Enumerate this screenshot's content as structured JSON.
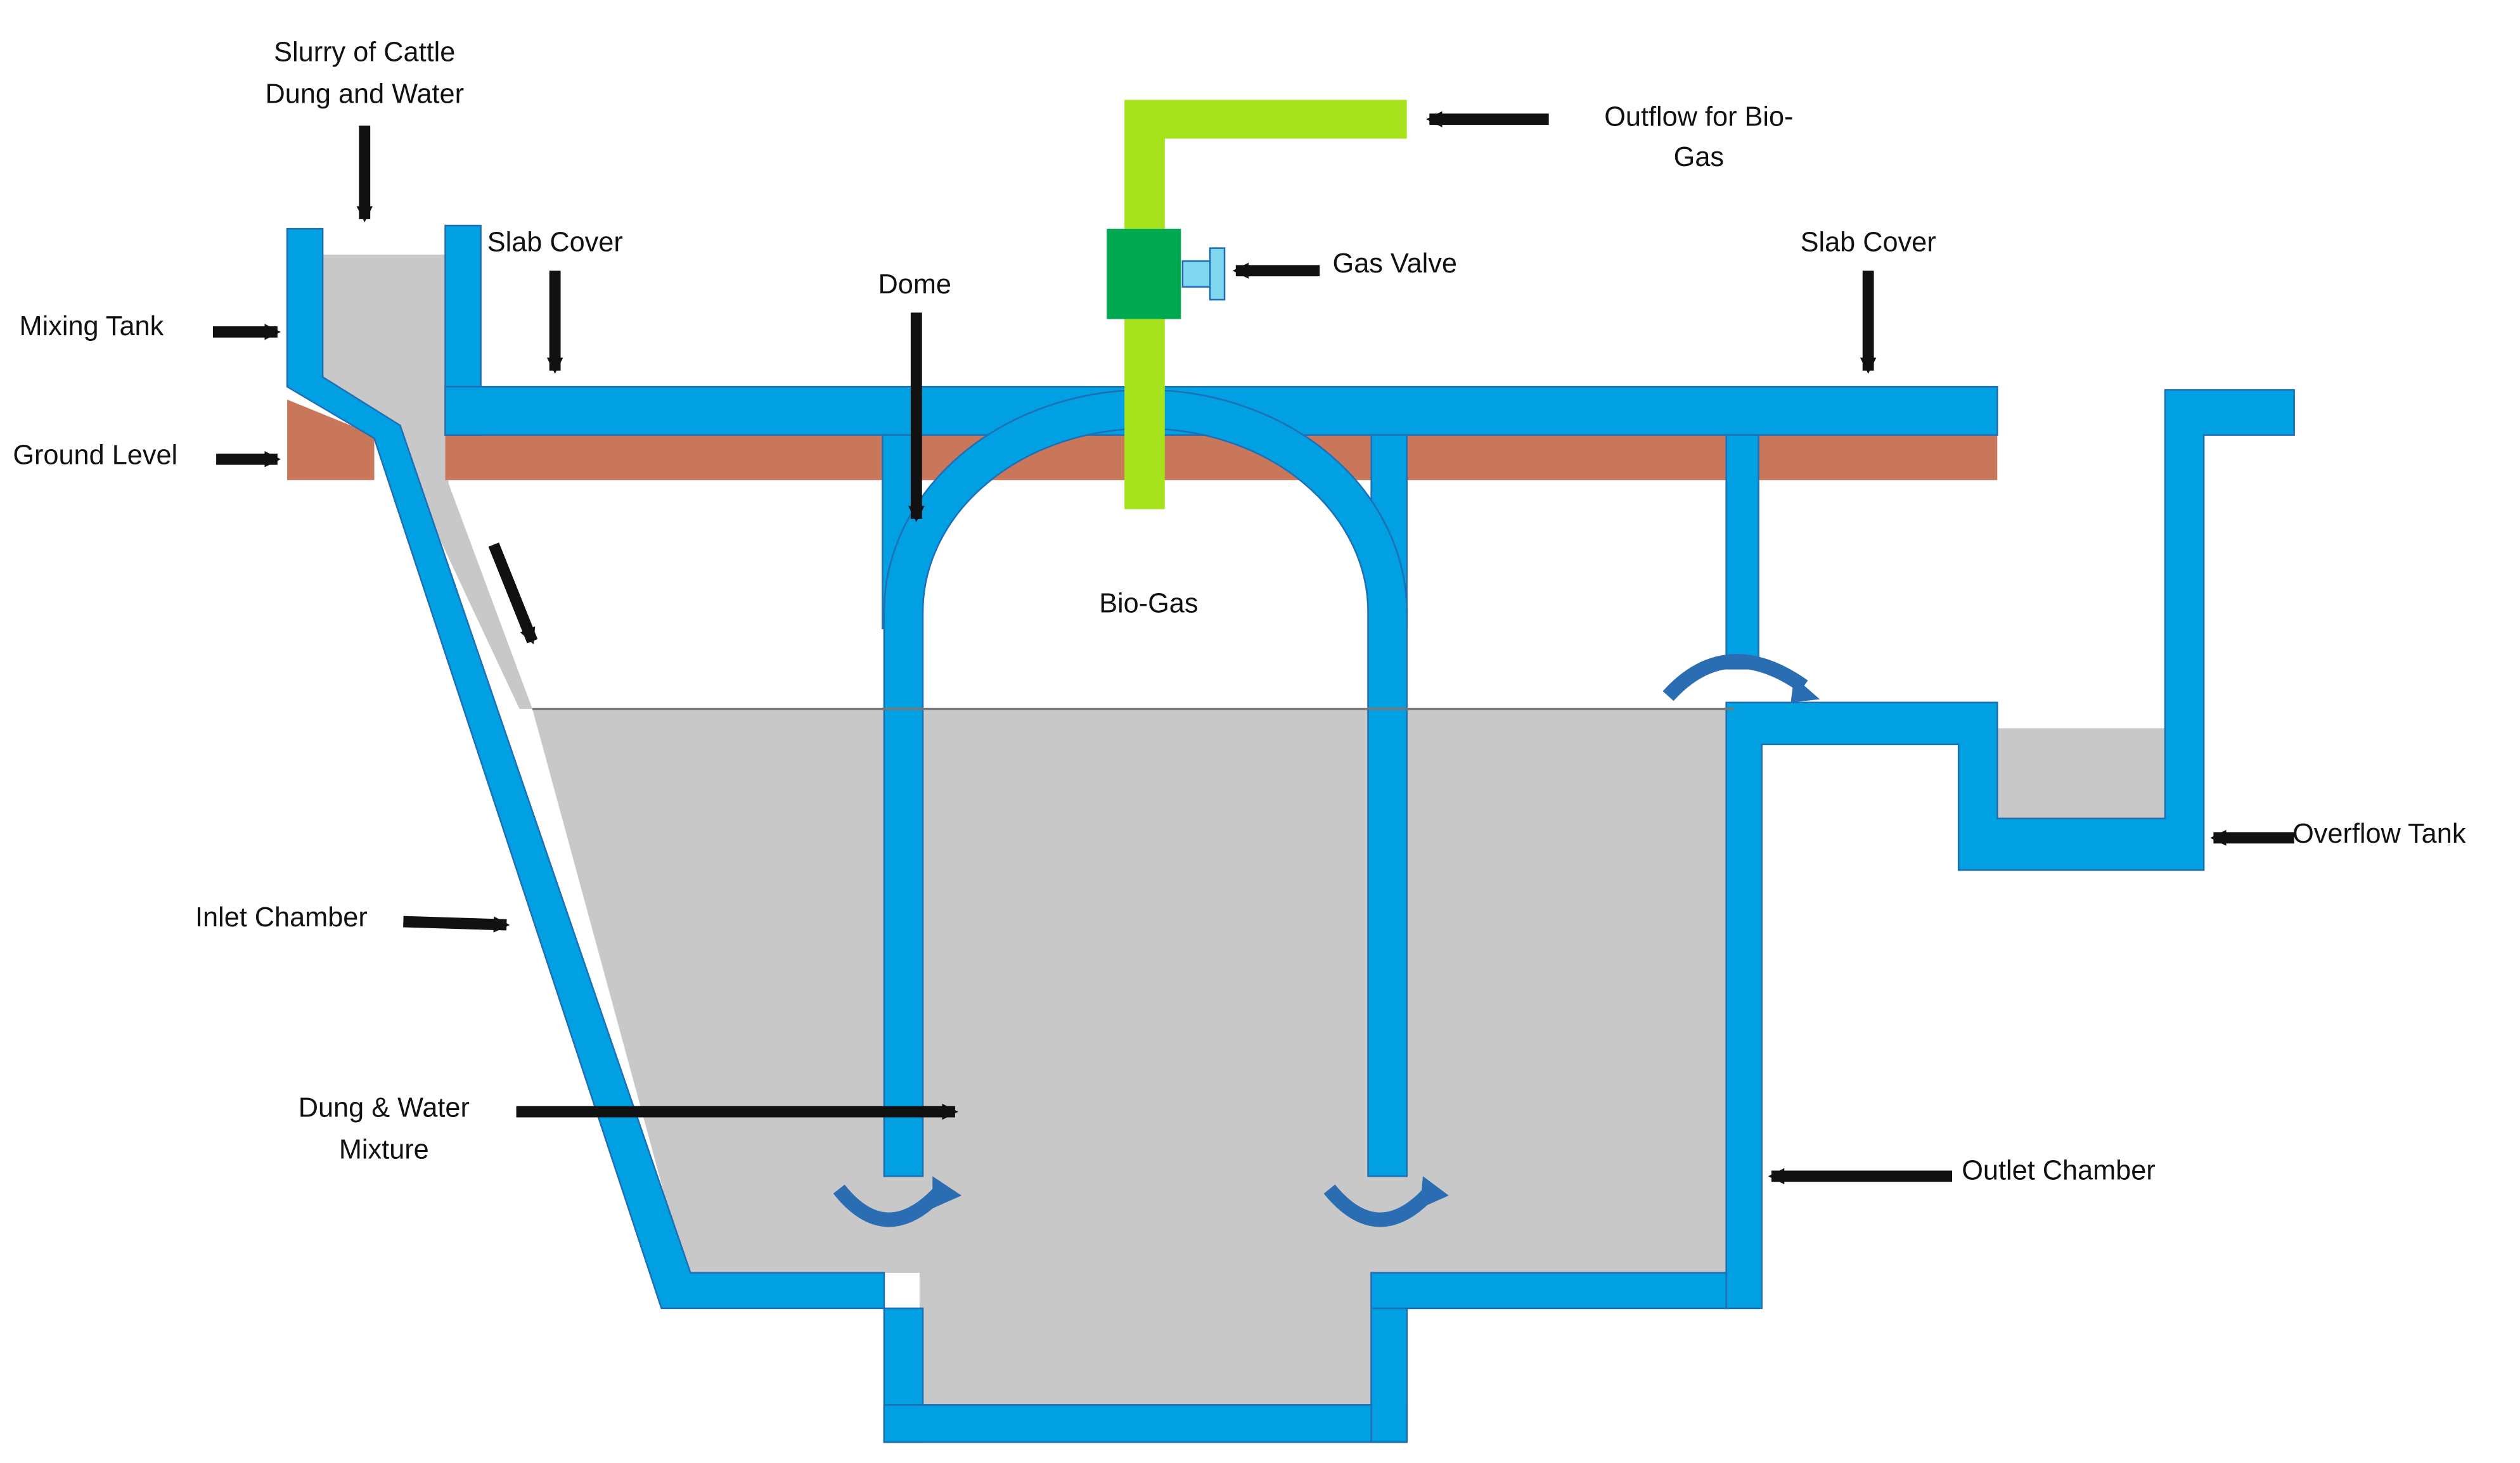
{
  "colors": {
    "pipe": "#00a0e3",
    "pipe_stroke": "#1f6fb5",
    "slurry": "#c8c8c8",
    "ground": "#c9775a",
    "gas_pipe": "#a6e31c",
    "valve": "#00a84f",
    "valve_handle": "#7fd8f0",
    "flow_arrow": "#2a6db3"
  },
  "labels": {
    "slurry_line1": "Slurry of Cattle",
    "slurry_line2": "Dung and Water",
    "mixing_tank": "Mixing Tank",
    "ground_level": "Ground Level",
    "slab_cover_left": "Slab Cover",
    "slab_cover_right": "Slab Cover",
    "dome": "Dome",
    "outflow_line1": "Outflow for Bio-",
    "outflow_line2": "Gas",
    "gas_valve": "Gas Valve",
    "bio_gas": "Bio-Gas",
    "inlet_chamber": "Inlet Chamber",
    "mixture_line1": "Dung & Water",
    "mixture_line2": "Mixture",
    "outlet_chamber": "Outlet Chamber",
    "overflow_tank": "Overflow Tank"
  }
}
